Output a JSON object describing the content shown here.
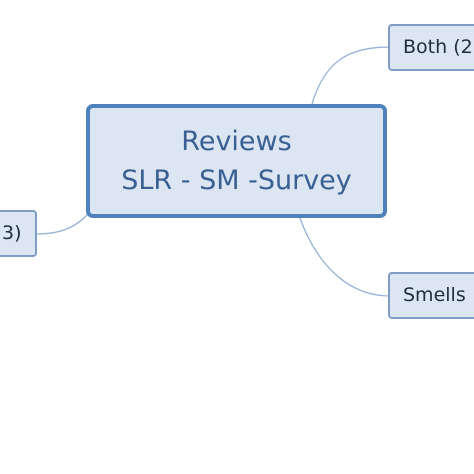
{
  "central_topic": {
    "line1": "Reviews",
    "line2": "SLR - SM -Survey"
  },
  "subtopics": {
    "top_right": "Both (2",
    "bottom_right": "Smells",
    "left": "3)"
  },
  "colors": {
    "node_fill": "#dce6f2",
    "central_border": "#4f81bd",
    "node_border": "#7f9cc4",
    "connector": "#95b3d7",
    "central_text": "#3a5f92"
  }
}
